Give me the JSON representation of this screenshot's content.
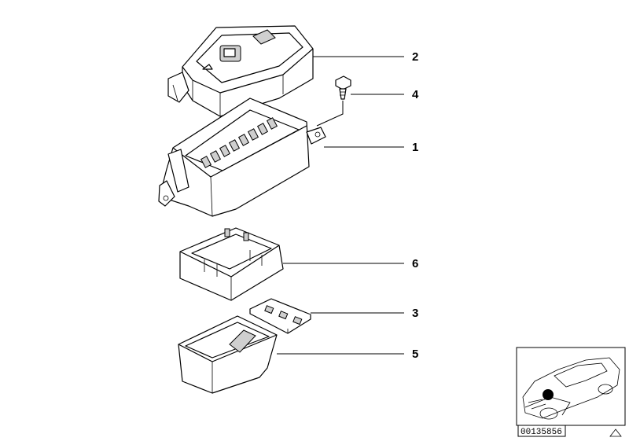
{
  "callouts": [
    {
      "id": "cover",
      "number": "2"
    },
    {
      "id": "screw",
      "number": "4"
    },
    {
      "id": "fuse-box",
      "number": "1"
    },
    {
      "id": "carrier",
      "number": "6"
    },
    {
      "id": "relay-holder",
      "number": "3"
    },
    {
      "id": "tray",
      "number": "5"
    }
  ],
  "thumbnail": {
    "part_number": "00135856"
  }
}
